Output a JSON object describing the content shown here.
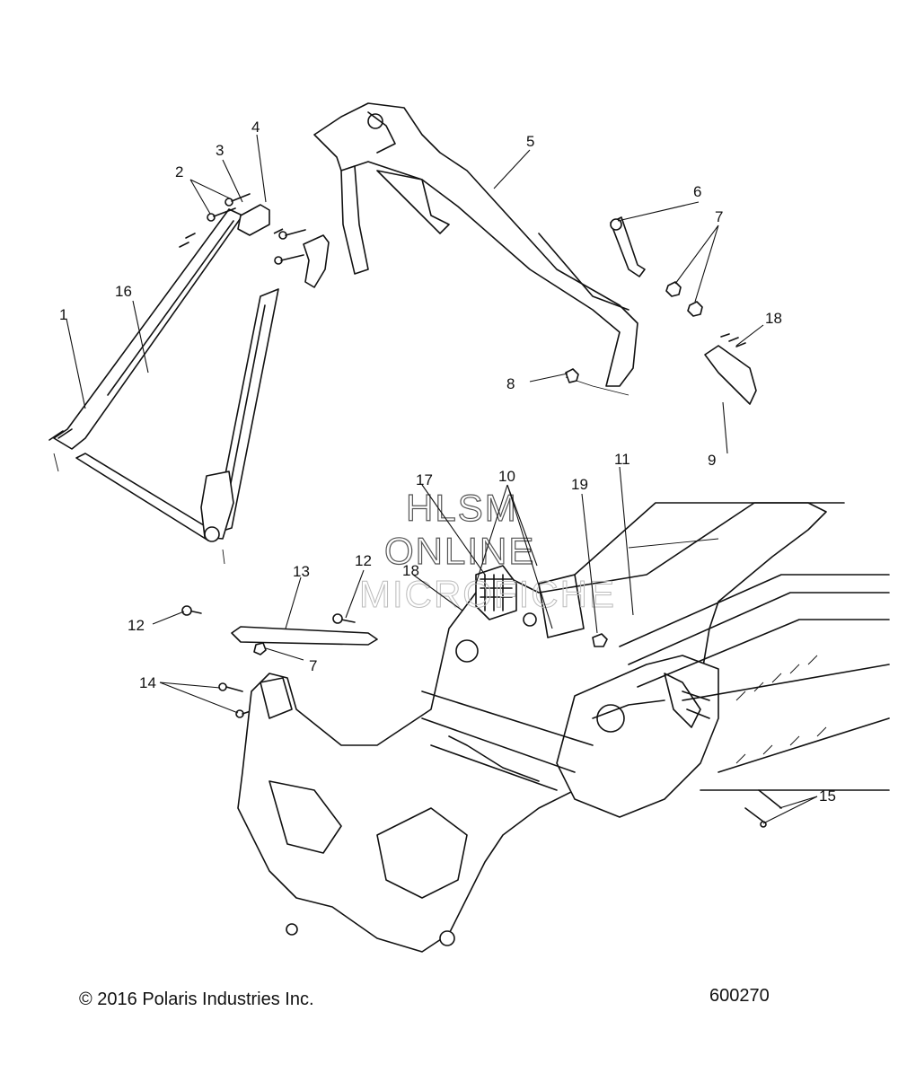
{
  "diagram": {
    "callouts": {
      "c1": "1",
      "c2": "2",
      "c3": "3",
      "c4": "4",
      "c5": "5",
      "c6": "6",
      "c7a": "7",
      "c7b": "7",
      "c8": "8",
      "c9": "9",
      "c10": "10",
      "c11": "11",
      "c12a": "12",
      "c12b": "12",
      "c13": "13",
      "c14": "14",
      "c15": "15",
      "c16": "16",
      "c17": "17",
      "c18a": "18",
      "c18b": "18",
      "c19": "19"
    },
    "watermark": {
      "line1": "HLSM",
      "line2": "ONLINE",
      "line3": "MICROFICHE"
    }
  },
  "footer": {
    "copyright": "© 2016 Polaris Industries Inc.",
    "doc_number": "600270"
  }
}
